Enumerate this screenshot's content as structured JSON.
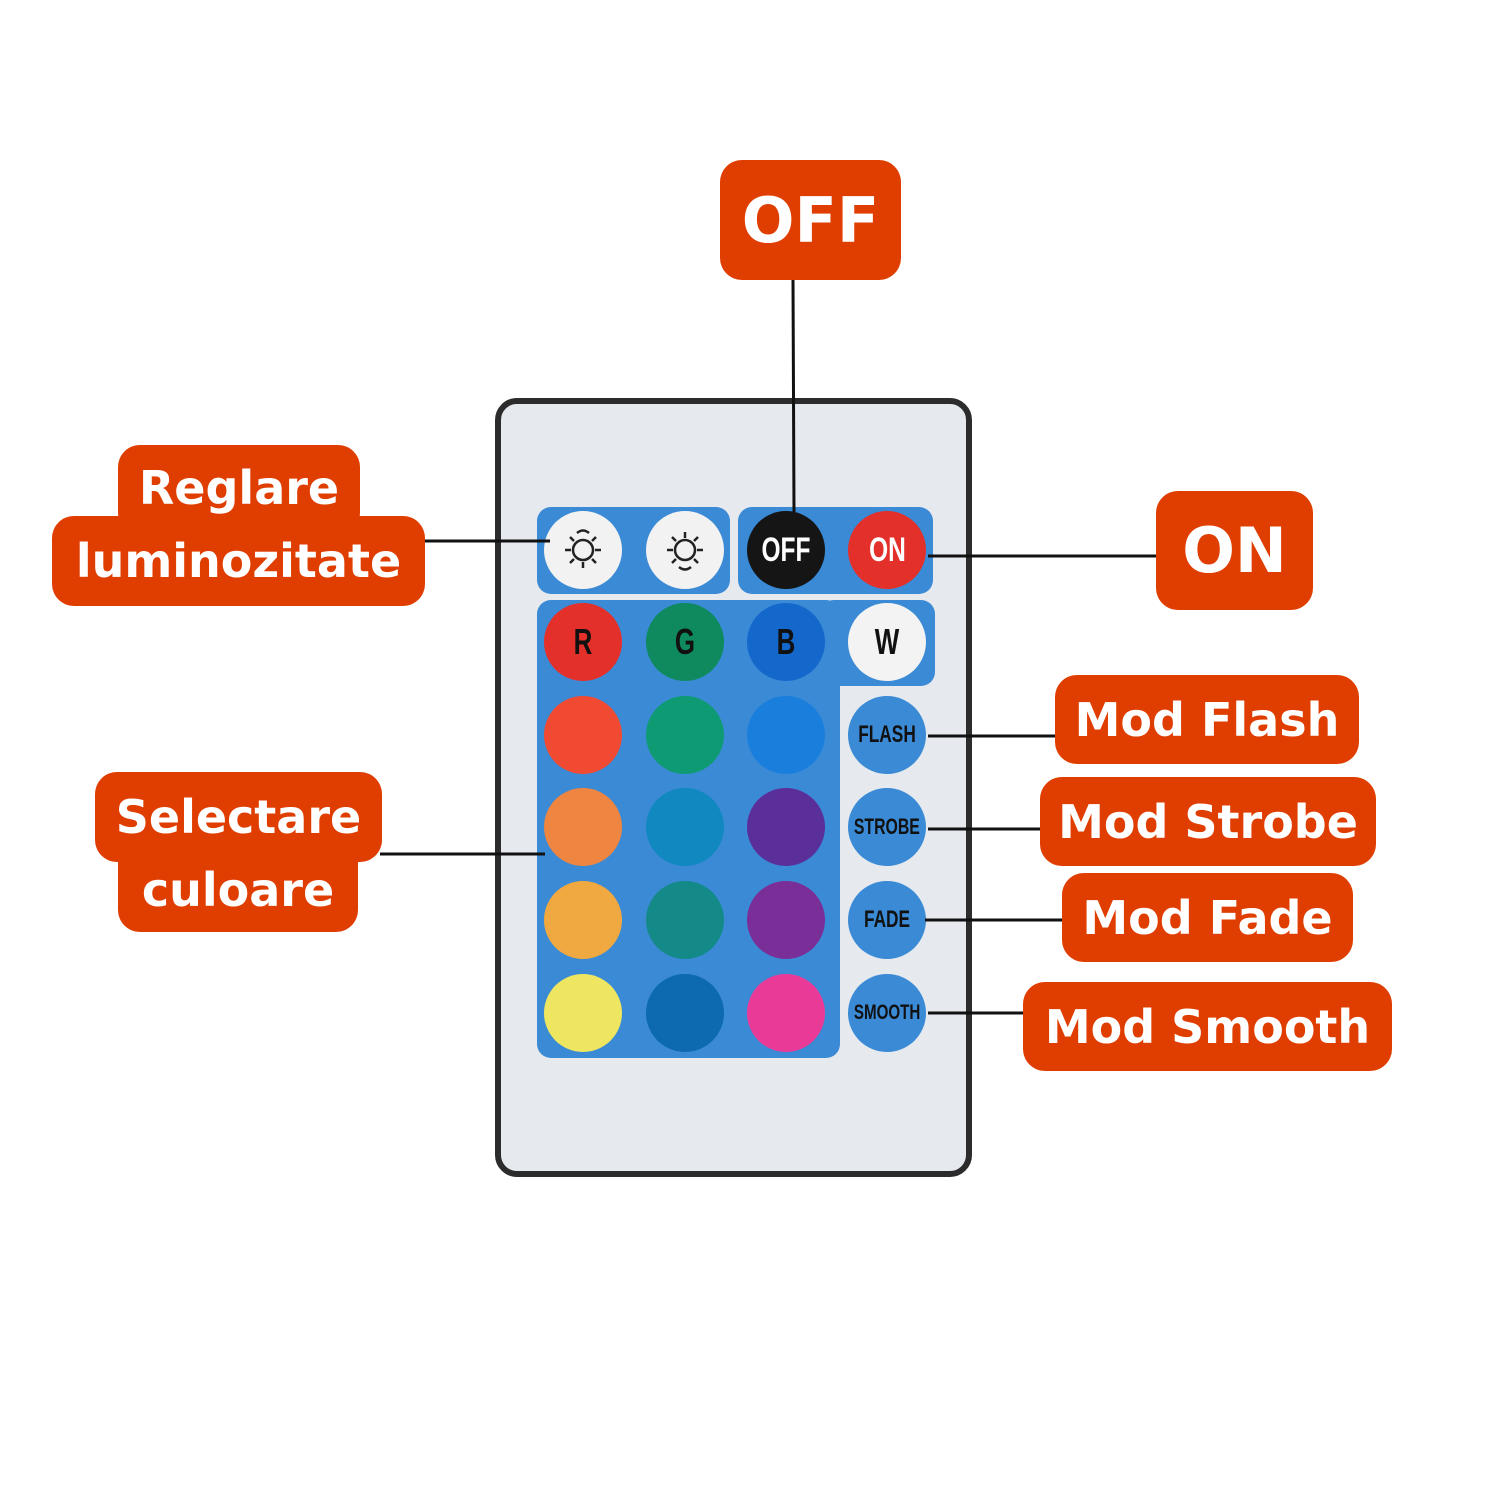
{
  "callouts": {
    "off": "OFF",
    "on": "ON",
    "brightness": [
      "Reglare",
      "luminozitate"
    ],
    "color_select": [
      "Selectare",
      "culoare"
    ],
    "flash": "Mod Flash",
    "strobe": "Mod Strobe",
    "fade": "Mod Fade",
    "smooth": "Mod Smooth"
  },
  "remote": {
    "top_row": [
      "OFF",
      "ON"
    ],
    "rgbw": [
      "R",
      "G",
      "B",
      "W"
    ],
    "modes": [
      "FLASH",
      "STROBE",
      "FADE",
      "SMOOTH"
    ],
    "colors": {
      "accent": "#e03d00",
      "panel": "#3a8ad6",
      "grid": [
        [
          "#f04a33",
          "#0e9a72",
          "#1a7fdc"
        ],
        [
          "#ee8540",
          "#1188c0",
          "#5a2f9a"
        ],
        [
          "#f0a840",
          "#138a88",
          "#7a2f98"
        ],
        [
          "#eee660",
          "#0d6ab0",
          "#ea3a98"
        ]
      ]
    }
  }
}
